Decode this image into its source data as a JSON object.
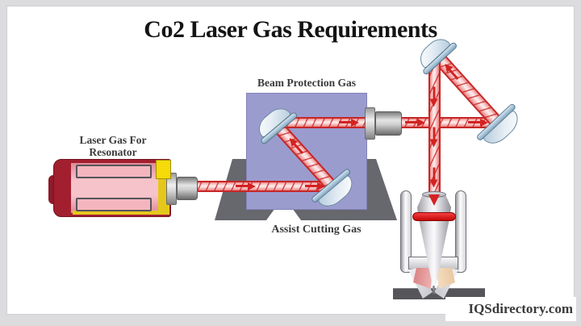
{
  "title": "Co2 Laser Gas Requirements",
  "watermark": "IQSdirectory.com",
  "labels": {
    "laser_gas_line1": "Laser Gas For",
    "laser_gas_line2": "Resonator",
    "beam_protection": "Beam Protection Gas",
    "assist_cutting": "Assist Cutting Gas"
  },
  "colors": {
    "frame_border": "#dcdcdf",
    "canvas": "#ffffff",
    "beam_edge_red": "#c62828",
    "beam_fill_pink": "#fbd9d9",
    "resonator_pink": "#f6c3ca",
    "resonator_dark_red": "#a21f30",
    "accent_yellow": "#f6da0a",
    "protection_box_purple": "#9b9cce",
    "stand_gray": "#67676e",
    "mirror_blue": "#84a8c2",
    "metal_gray": "#cfcfcf",
    "focus_ring_red": "#d41010",
    "workpiece_gray": "#55555a",
    "text_dark": "#3b3b3b"
  },
  "components": [
    "laser-resonator",
    "output-nozzle",
    "beam-protection-box",
    "stand",
    "folding-mirror",
    "laser-beam",
    "beam-coupler",
    "cutting-head",
    "focus-lens-ring",
    "nozzle-cone",
    "workpiece"
  ]
}
